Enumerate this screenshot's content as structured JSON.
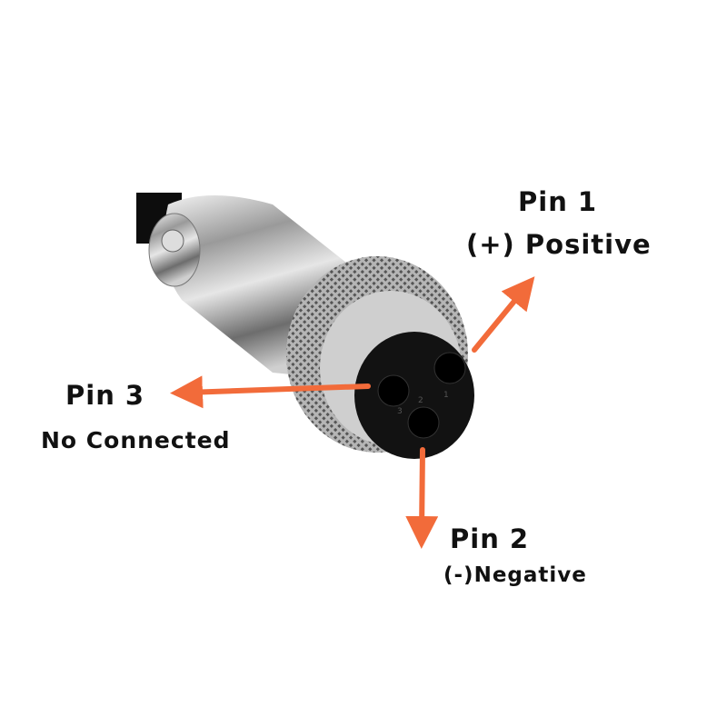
{
  "labels": {
    "pin1_title": "Pin 1",
    "pin1_desc": "(+) Positive",
    "pin2_title": "Pin 2",
    "pin2_desc": "(-)Negative",
    "pin3_title": "Pin 3",
    "pin3_desc": "No Connected"
  },
  "face_numbers": [
    "1",
    "2",
    "3"
  ],
  "colors": {
    "arrow": "#f26b3a",
    "text": "#111111",
    "face": "#121212"
  }
}
